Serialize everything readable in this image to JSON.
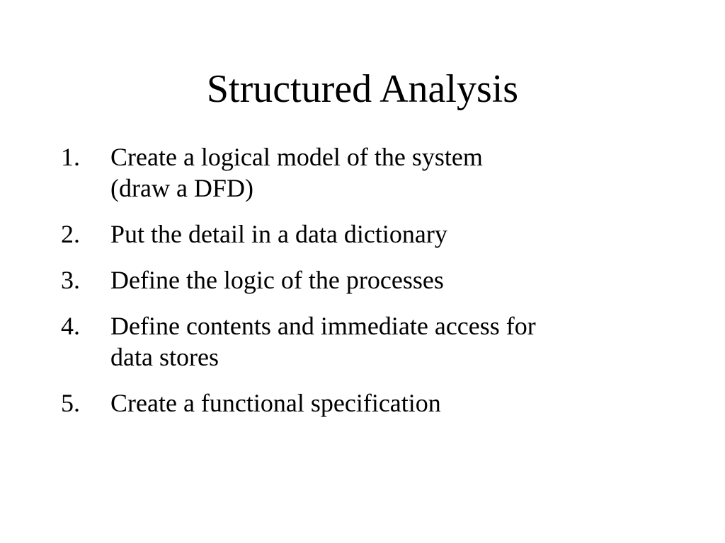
{
  "slide": {
    "title": "Structured Analysis",
    "items": [
      {
        "number": "1.",
        "lines": [
          "Create a logical model of the system",
          "(draw a DFD)"
        ]
      },
      {
        "number": "2.",
        "lines": [
          "Put the detail in a data dictionary"
        ]
      },
      {
        "number": "3.",
        "lines": [
          "Define the logic of the processes"
        ]
      },
      {
        "number": "4.",
        "lines": [
          "Define contents and immediate access for",
          "data stores"
        ]
      },
      {
        "number": "5.",
        "lines": [
          "Create a functional specification"
        ]
      }
    ]
  }
}
